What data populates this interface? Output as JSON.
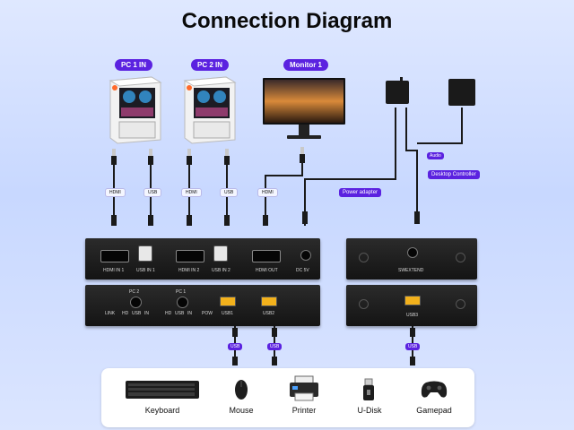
{
  "title": "Connection Diagram",
  "sources": {
    "pc1": "PC 1 IN",
    "pc2": "PC 2 IN",
    "monitor": "Monitor 1"
  },
  "cable_tags": {
    "hdmi": "HDMI",
    "usb": "USB",
    "power_adapter": "Power adapter",
    "audio": "Audio",
    "desktop_controller": "Desktop Controller"
  },
  "switch_back": {
    "hdmi_in_1": "HDMI IN 1",
    "usb_in_1": "USB IN 1",
    "hdmi_in_2": "HDMI IN 2",
    "usb_in_2": "USB IN 2",
    "hdmi_out": "HDMI OUT",
    "dc": "DC 5V"
  },
  "switch_front": {
    "pc2": "PC 2",
    "pc1": "PC 1",
    "link": "LINK",
    "hd": "HD",
    "usb": "USB",
    "in": "IN",
    "pow": "POW",
    "usb1": "USB1",
    "usb2": "USB2"
  },
  "controller": {
    "brand": "SWEXTEND",
    "usb3": "USB3"
  },
  "devices": [
    {
      "label": "Keyboard",
      "icon": "keyboard-icon"
    },
    {
      "label": "Mouse",
      "icon": "mouse-icon"
    },
    {
      "label": "Printer",
      "icon": "printer-icon"
    },
    {
      "label": "U-Disk",
      "icon": "usb-drive-icon"
    },
    {
      "label": "Gamepad",
      "icon": "gamepad-icon"
    }
  ],
  "colors": {
    "accent": "#5b22e0",
    "usb_port": "#f2b11c",
    "background": "#cfdcff"
  }
}
